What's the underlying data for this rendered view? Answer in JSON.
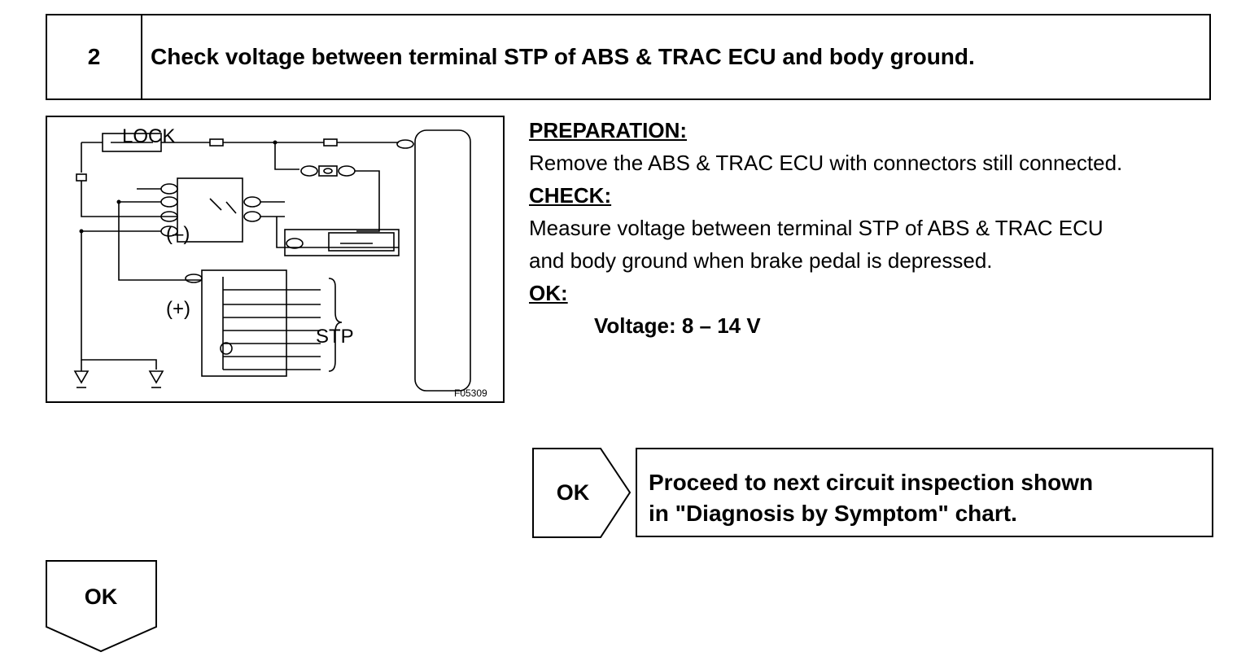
{
  "header": {
    "step_number": "2",
    "title": "Check voltage between terminal STP of ABS & TRAC ECU and body ground."
  },
  "figure": {
    "label_lock": "LOCK",
    "label_minus": "(–)",
    "label_plus": "(+)",
    "label_stp": "STP",
    "figure_id": "F05309"
  },
  "instructions": {
    "preparation_heading": "PREPARATION:",
    "preparation_text": "Remove the ABS & TRAC ECU with connectors still connected.",
    "check_heading": "CHECK:",
    "check_text_line1": "Measure voltage between terminal STP of ABS & TRAC ECU",
    "check_text_line2": "and body ground when brake pedal is depressed.",
    "ok_heading": "OK:",
    "ok_spec": "Voltage: 8 – 14 V"
  },
  "result_ok": {
    "label": "OK",
    "line1": "Proceed to next circuit inspection shown",
    "line2": "in \"Diagnosis by Symptom\" chart."
  },
  "next_step": {
    "label": "OK"
  }
}
